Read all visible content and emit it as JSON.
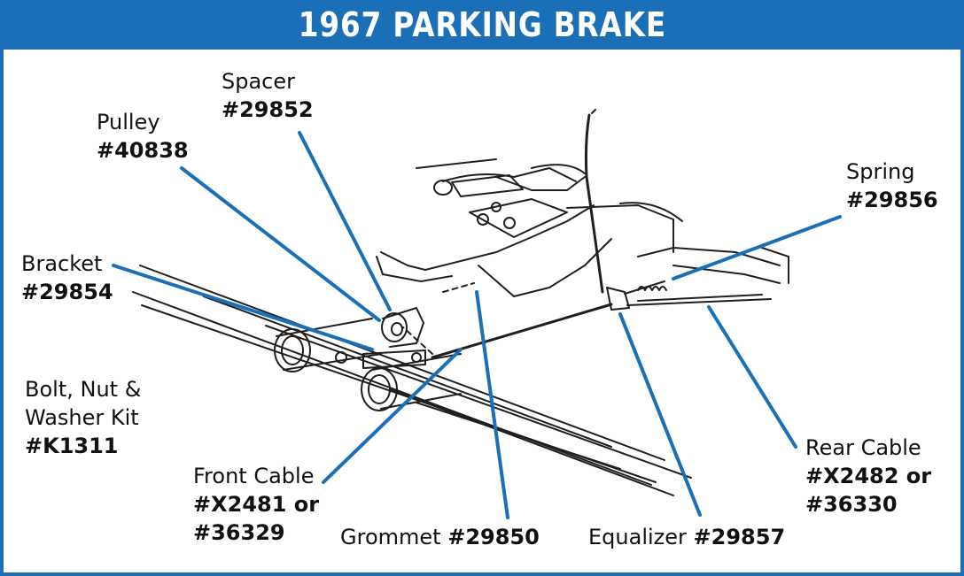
{
  "title": "1967 PARKING BRAKE",
  "colors": {
    "brand_blue": "#1a6fb6",
    "line_art": "#1f1f1f",
    "background": "#ffffff"
  },
  "callouts": {
    "spacer": {
      "name": "Spacer",
      "part": "#29852"
    },
    "pulley": {
      "name": "Pulley",
      "part": "#40838"
    },
    "bracket": {
      "name": "Bracket",
      "part": "#29854"
    },
    "bolt_kit": {
      "name_line1": "Bolt, Nut &",
      "name_line2": "Washer Kit",
      "part": "#K1311"
    },
    "front_cable": {
      "name": "Front Cable",
      "part_line1": "#X2481 or",
      "part_line2": "#36329"
    },
    "grommet": {
      "name": "Grommet",
      "part": "#29850"
    },
    "equalizer": {
      "name": "Equalizer",
      "part": "#29857"
    },
    "spring": {
      "name": "Spring",
      "part": "#29856"
    },
    "rear_cable": {
      "name": "Rear Cable",
      "part_line1": "#X2482 or",
      "part_line2": "#36330"
    }
  }
}
